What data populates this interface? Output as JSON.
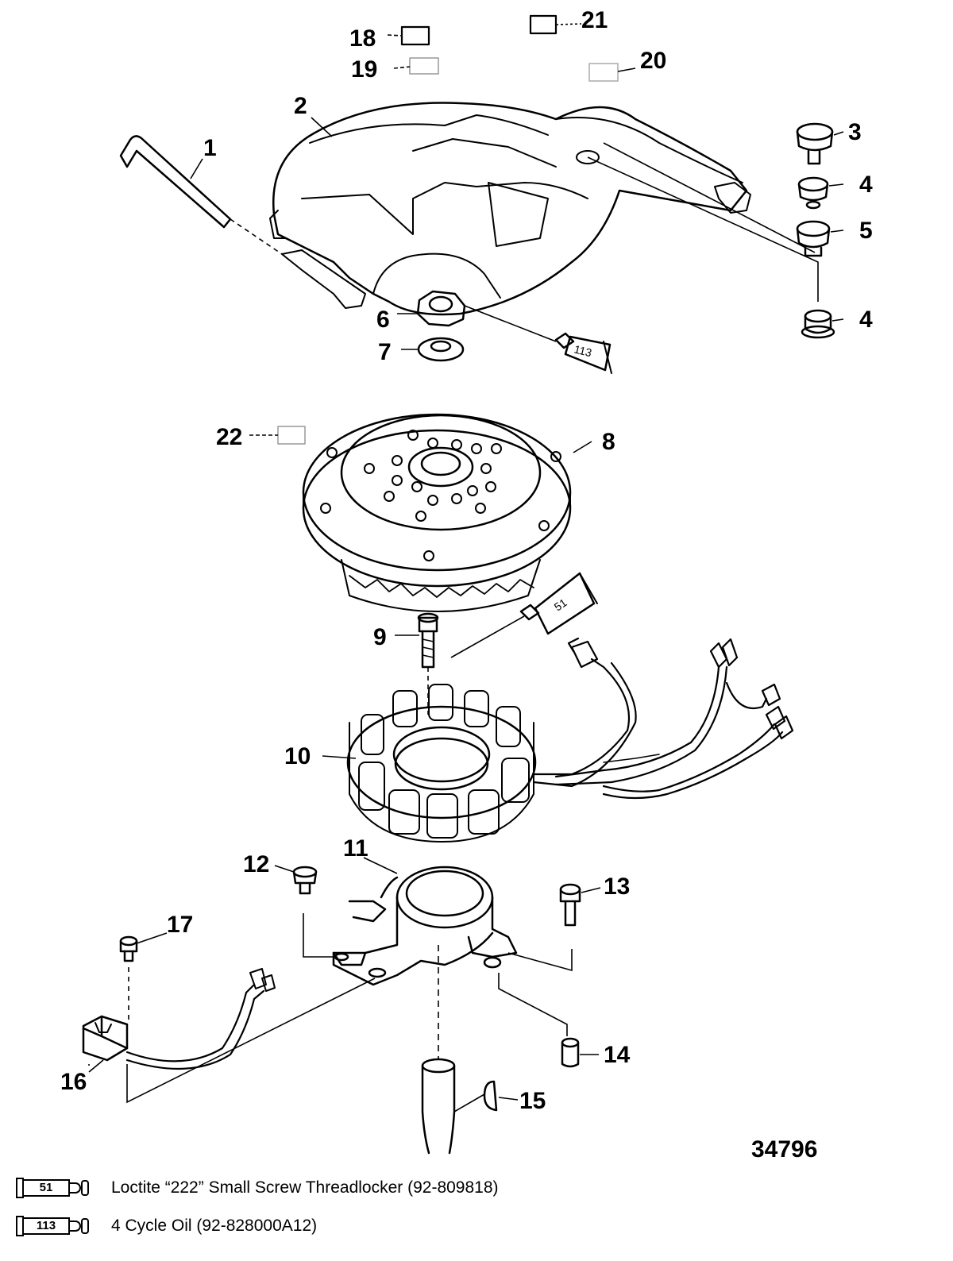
{
  "callouts": {
    "c1": "1",
    "c2": "2",
    "c3": "3",
    "c4a": "4",
    "c4b": "4",
    "c5": "5",
    "c6": "6",
    "c7": "7",
    "c8": "8",
    "c9": "9",
    "c10": "10",
    "c11": "11",
    "c12": "12",
    "c13": "13",
    "c14": "14",
    "c15": "15",
    "c16": "16",
    "c17": "17",
    "c18": "18",
    "c19": "19",
    "c20": "20",
    "c21": "21",
    "c22": "22"
  },
  "figure_number": "34796",
  "tube_labels": {
    "oil": "113",
    "loctite": "51"
  },
  "legend": [
    {
      "code": "51",
      "text": "Loctite “222” Small Screw Threadlocker   (92-809818)"
    },
    {
      "code": "113",
      "text": "4 Cycle Oil (92-828000A12)"
    }
  ]
}
